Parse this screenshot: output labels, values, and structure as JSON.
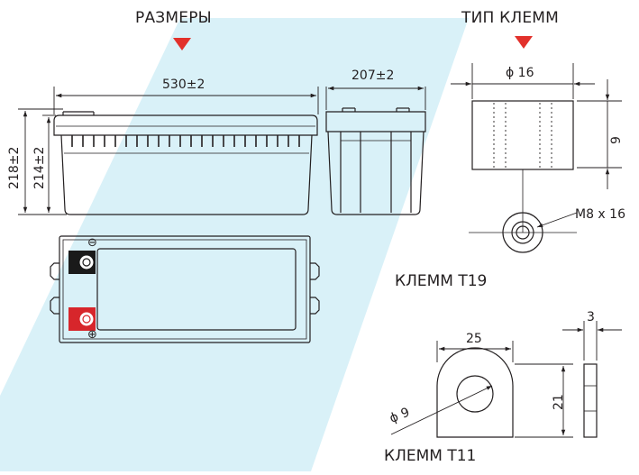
{
  "headers": {
    "dimensions": "РАЗМЕРЫ",
    "terminal_type": "ТИП КЛЕММ"
  },
  "dimensions": {
    "length": "530±2",
    "width": "207±2",
    "total_height": "218±2",
    "case_height": "214±2"
  },
  "terminal_t19": {
    "caption": "КЛЕММ Т19",
    "diameter": "ϕ 16",
    "height": "9",
    "thread": "M8 x 16"
  },
  "terminal_t11": {
    "caption": "КЛЕММ Т11",
    "width": "25",
    "height": "21",
    "thickness": "3",
    "hole": "ϕ 9"
  },
  "polarity": {
    "negative": "⊖",
    "positive": "⊕"
  },
  "colors": {
    "band": "#d9f1f8",
    "accent": "#e2312b",
    "line": "#231f20",
    "negative_terminal": "#1a1a1a",
    "positive_terminal": "#d7262b"
  }
}
